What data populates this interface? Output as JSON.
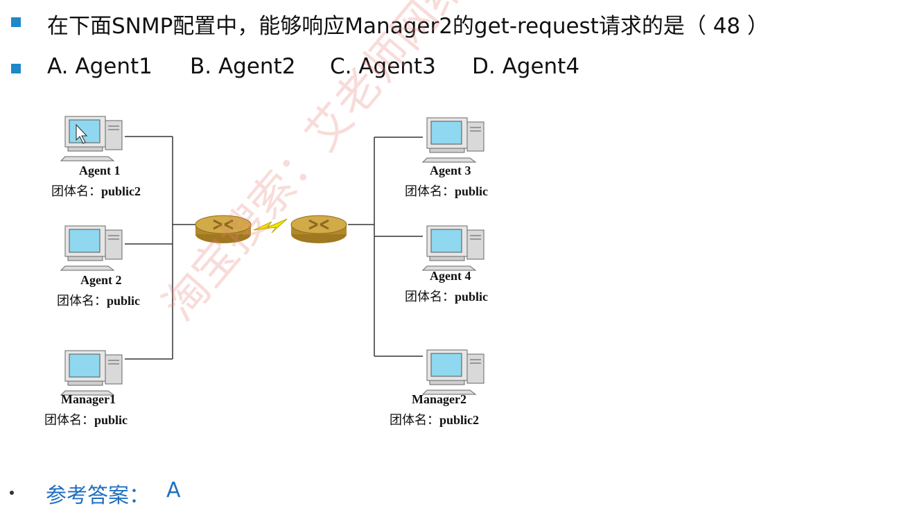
{
  "question": {
    "text": "在下面SNMP配置中，能够响应Manager2的get-request请求的是（ 48 ）",
    "options": [
      "A. Agent1",
      "B. Agent2",
      "C. Agent3",
      "D. Agent4"
    ]
  },
  "diagram": {
    "nodes": [
      {
        "name": "Agent 1",
        "community_label": "团体名：",
        "community": "public2"
      },
      {
        "name": "Agent 2",
        "community_label": "团体名：",
        "community": "public"
      },
      {
        "name": "Manager1",
        "community_label": "团体名：",
        "community": "public"
      },
      {
        "name": "Agent 3",
        "community_label": "团体名：",
        "community": "public"
      },
      {
        "name": "Agent 4",
        "community_label": "团体名：",
        "community": "public"
      },
      {
        "name": "Manager2",
        "community_label": "团体名：",
        "community": "public2"
      }
    ]
  },
  "answer": {
    "label": "参考答案：",
    "value": "A"
  },
  "watermark": "淘宝搜索：艾老师网络工",
  "colors": {
    "bullet": "#1e88c8",
    "answer": "#1f6fbf",
    "router": "#c8a040",
    "screen": "#8fd8ef"
  }
}
